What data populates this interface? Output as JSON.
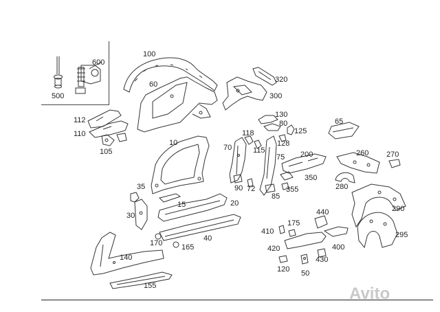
{
  "diagram": {
    "part_numbers": {
      "p500": "500",
      "p600": "600",
      "p100": "100",
      "p60": "60",
      "p320": "320",
      "p300": "300",
      "p112": "112",
      "p110": "110",
      "p105": "105",
      "p130": "130",
      "p80": "80",
      "p125": "125",
      "p118": "118",
      "p115": "115",
      "p128": "128",
      "p10": "10",
      "p70": "70",
      "p75": "75",
      "p65": "65",
      "p200": "200",
      "p260": "260",
      "p270": "270",
      "p350": "350",
      "p280": "280",
      "p90": "90",
      "p72": "72",
      "p85": "85",
      "p355": "355",
      "p35": "35",
      "p15": "15",
      "p20": "20",
      "p30": "30",
      "p440": "440",
      "p290": "290",
      "p410": "410",
      "p175": "175",
      "p40": "40",
      "p295": "295",
      "p170": "170",
      "p165": "165",
      "p420": "420",
      "p400": "400",
      "p140": "140",
      "p430": "430",
      "p120": "120",
      "p50": "50",
      "p155": "155"
    },
    "watermark": "Avito"
  }
}
